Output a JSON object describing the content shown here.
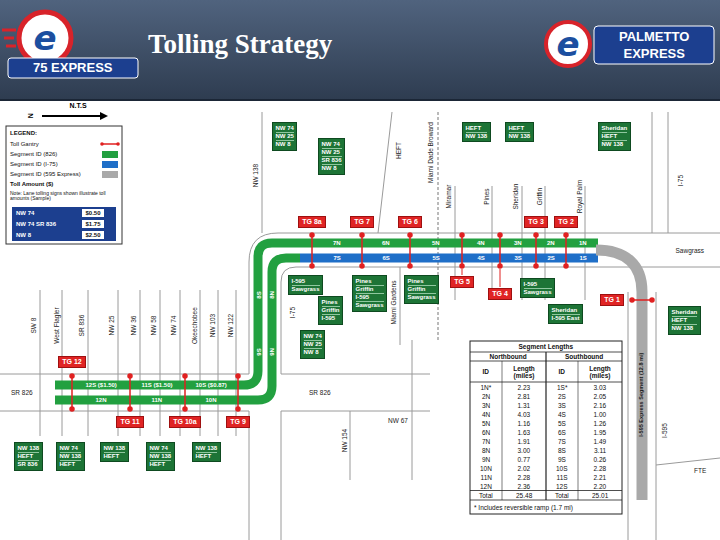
{
  "diagram": {
    "title": "Tolling Strategy",
    "nodes": [
      {
        "text": [
          "NW 74",
          "NW 25",
          "NW 8"
        ]
      },
      {
        "text": [
          "NW 74",
          "NW 25",
          "SR 836",
          "NW 8"
        ]
      },
      {
        "text": [
          "HEFT",
          "NW 138"
        ]
      },
      {
        "text": [
          "HEFT",
          "NW 138"
        ]
      },
      {
        "text": [
          "Sheridan",
          "HEFT",
          "NW 138"
        ]
      },
      {
        "text": [
          "TG 8a"
        ]
      },
      {
        "text": [
          "TG 7"
        ]
      },
      {
        "text": [
          "TG 6"
        ]
      },
      {
        "text": [
          "TG 3"
        ]
      },
      {
        "text": [
          "TG 2"
        ]
      },
      {
        "text": [
          "I-595",
          "Sawgrass"
        ]
      },
      {
        "text": [
          "TG 5"
        ]
      },
      {
        "text": [
          "TG 4"
        ]
      },
      {
        "text": [
          "Pines",
          "Griffin",
          "I-595"
        ]
      },
      {
        "text": [
          "Pines",
          "Griffin",
          "I-595",
          "Sawgrass"
        ]
      },
      {
        "text": [
          "Pines",
          "Griffin",
          "Sawgrass"
        ]
      },
      {
        "text": [
          "I-595",
          "Sawgrass"
        ]
      },
      {
        "text": [
          "TG 1"
        ]
      },
      {
        "text": [
          "Sheridan",
          "I-595 East"
        ]
      },
      {
        "text": [
          "Sheridan",
          "HEFT",
          "NW 138"
        ]
      },
      {
        "text": [
          "NW 74",
          "NW 25",
          "NW 8"
        ]
      },
      {
        "text": [
          "TG 12"
        ]
      },
      {
        "text": [
          "TG 11"
        ]
      },
      {
        "text": [
          "TG 10a"
        ]
      },
      {
        "text": [
          "TG 9"
        ]
      },
      {
        "text": [
          "NW 138",
          "HEFT",
          "SR 836"
        ]
      },
      {
        "text": [
          "NW 74",
          "NW 138",
          "HEFT"
        ]
      },
      {
        "text": [
          "NW 138",
          "HEFT"
        ]
      },
      {
        "text": [
          "NW 74",
          "NW 138",
          "HEFT"
        ]
      },
      {
        "text": [
          "NW 138",
          "HEFT"
        ]
      }
    ],
    "labels": [
      "e",
      "75 EXPRESS",
      "e",
      "PALMETTO",
      "EXPRESS",
      "N",
      "N.T.S",
      "LEGEND:",
      "Toll Amount ($)",
      "Note: Lane tolling signs shown illustrate toll amounts (Sample)",
      "NW 74",
      "$0.50",
      "NW 74 SR 836",
      "$1.75",
      "NW 8",
      "$2.50",
      "NW 138",
      "HEFT",
      "Miami Dade Broward",
      "Miramar",
      "Pines",
      "Sheridan",
      "Griffin",
      "Royal Palm",
      "I-75",
      "Sawgrass",
      "Miami Gardens",
      "I-595 Express Segment (12.8 mi)",
      "I-595",
      "FTE",
      "SR 826",
      "SW 8",
      "West Flagler",
      "SR 836",
      "NW 25",
      "NW 36",
      "NW 58",
      "NW 74",
      "Okeechobee",
      "NW 103",
      "NW 122",
      "I-75",
      "SR 826",
      "NW 67",
      "NW 154",
      "7N",
      "6N",
      "5N",
      "4N",
      "3N",
      "2N",
      "1N",
      "7S",
      "6S",
      "5S",
      "4S",
      "3S",
      "2S",
      "1S",
      "8N",
      "8S",
      "9N",
      "9S",
      "12S ($1.50)",
      "11S ($1.50)",
      "10S ($0.87)",
      "12N",
      "11N",
      "10N",
      "Segment Lengths",
      "Northbound",
      "Southbound",
      "ID",
      "Length (miles)",
      "ID",
      "Length (miles)",
      "1N*",
      "2.23",
      "1S*",
      "3.03",
      "2N",
      "2.81",
      "2S",
      "2.05",
      "3N",
      "1.31",
      "3S",
      "2.16",
      "4N",
      "4.03",
      "4S",
      "1.00",
      "5N",
      "1.16",
      "5S",
      "1.26",
      "6N",
      "1.63",
      "6S",
      "1.95",
      "7N",
      "1.91",
      "7S",
      "1.49",
      "8N",
      "3.00",
      "8S",
      "3.11",
      "9N",
      "0.77",
      "9S",
      "0.26",
      "10N",
      "2.02",
      "10S",
      "2.28",
      "11N",
      "2.28",
      "11S",
      "2.21",
      "12N",
      "2.36",
      "12S",
      "2.20",
      "Total",
      "25.48",
      "Total",
      "25.01",
      "* Includes reversible ramp (1.7 mi)"
    ],
    "legend": [
      {
        "text": "Toll Gantry"
      },
      {
        "text": "Segment ID (826)",
        "color": "#22a040"
      },
      {
        "text": "Segment ID (I-75)",
        "color": "#1f6fc8"
      },
      {
        "text": "Segment ID (595 Express)",
        "color": "#a9a9a9"
      }
    ]
  }
}
